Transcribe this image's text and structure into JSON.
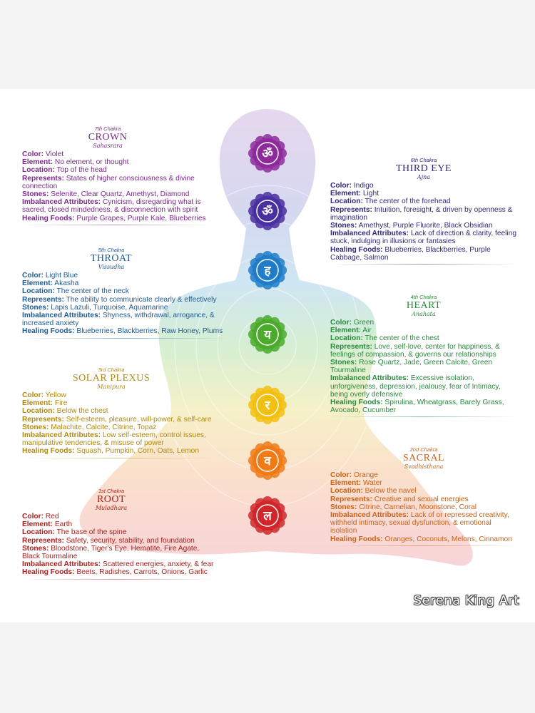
{
  "chakras": [
    {
      "key": "crown",
      "number": "7th Chakra",
      "name": "CROWN",
      "sanskrit": "Sahasrara",
      "symbol": "ॐ",
      "color": "#7b2a8a",
      "fields": [
        {
          "label": "Color:",
          "value": "Violet"
        },
        {
          "label": "Element:",
          "value": "No element, or thought"
        },
        {
          "label": "Location:",
          "value": "Top of the head"
        },
        {
          "label": "Represents:",
          "value": "States of higher consciousness & divine connection"
        },
        {
          "label": "Stones:",
          "value": "Selenite, Clear Quartz, Amethyst, Diamond"
        },
        {
          "label": "Imbalanced Attributes:",
          "value": "Cynicism, disregarding what is sacred, closed mindedness, & disconnection with spirit"
        },
        {
          "label": "Healing Foods:",
          "value": "Purple Grapes, Purple Kale, Blueberries"
        }
      ]
    },
    {
      "key": "third-eye",
      "number": "6th Chakra",
      "name": "THIRD EYE",
      "sanskrit": "Ajna",
      "symbol": "ॐ",
      "color": "#2e2a7a",
      "fields": [
        {
          "label": "Color:",
          "value": "Indigo"
        },
        {
          "label": "Element:",
          "value": "Light"
        },
        {
          "label": "Location:",
          "value": "The center of the forehead"
        },
        {
          "label": "Represents:",
          "value": "Intuition, foresight, & driven by openness & imagination"
        },
        {
          "label": "Stones:",
          "value": "Amethyst, Purple Fluorite, Black Obsidian"
        },
        {
          "label": "Imbalanced Attributes:",
          "value": "Lack of direction & clarity, feeling stuck, indulging in illusions or fantasies"
        },
        {
          "label": "Healing Foods:",
          "value": "Blueberries, Blackberries, Purple Cabbage, Salmon"
        }
      ]
    },
    {
      "key": "throat",
      "number": "5th Chakra",
      "name": "THROAT",
      "sanskrit": "Vissudha",
      "symbol": "ह",
      "color": "#1f5a94",
      "fields": [
        {
          "label": "Color:",
          "value": "Light Blue"
        },
        {
          "label": "Element:",
          "value": "Akasha"
        },
        {
          "label": "Location:",
          "value": "The center of the neck"
        },
        {
          "label": "Represents:",
          "value": "The ability to communicate clearly & effectively"
        },
        {
          "label": "Stones:",
          "value": "Lapis Lazuli, Turquoise, Aquamarine"
        },
        {
          "label": "Imbalanced Attributes:",
          "value": "Shyness, withdrawal, arrogance, & increased anxiety"
        },
        {
          "label": "Healing Foods:",
          "value": "Blueberries, Blackberries, Raw Honey, Plums"
        }
      ]
    },
    {
      "key": "heart",
      "number": "4th Chakra",
      "name": "HEART",
      "sanskrit": "Anahata",
      "symbol": "य",
      "color": "#2a8a3e",
      "fields": [
        {
          "label": "Color:",
          "value": "Green"
        },
        {
          "label": "Element:",
          "value": "Air"
        },
        {
          "label": "Location:",
          "value": "The center of the chest"
        },
        {
          "label": "Represents:",
          "value": "Love, self-love, center for happiness, & feelings of compassion, & governs our relationships"
        },
        {
          "label": "Stones:",
          "value": "Rose Quartz, Jade, Green Calcite, Green Tourmaline"
        },
        {
          "label": "Imbalanced Attributes:",
          "value": "Excessive isolation, unforgiveness, depression, jealousy, fear of Intimacy, being overly defensive"
        },
        {
          "label": "Healing Foods:",
          "value": "Spirulina, Wheatgrass, Barely Grass, Avocado, Cucumber"
        }
      ]
    },
    {
      "key": "solar-plexus",
      "number": "3rd Chakra",
      "name": "SOLAR PLEXUS",
      "sanskrit": "Manipura",
      "symbol": "र",
      "color": "#b08a10",
      "fields": [
        {
          "label": "Color:",
          "value": "Yellow"
        },
        {
          "label": "Element:",
          "value": "Fire"
        },
        {
          "label": "Location:",
          "value": "Below the chest"
        },
        {
          "label": "Represents:",
          "value": "Self-esteem, pleasure, will-power, & self-care"
        },
        {
          "label": "Stones:",
          "value": "Malachite, Calcite, Citrine, Topaz"
        },
        {
          "label": "Imbalanced Attributes:",
          "value": "Low self-esteem, control issues, manipulative tendencies, & misuse of power"
        },
        {
          "label": "Healing Foods:",
          "value": "Squash, Pumpkin, Corn, Oats, Lemon"
        }
      ]
    },
    {
      "key": "sacral",
      "number": "2nd Chakra",
      "name": "SACRAL",
      "sanskrit": "Svadhisthana",
      "symbol": "व",
      "color": "#c8621a",
      "fields": [
        {
          "label": "Color:",
          "value": "Orange"
        },
        {
          "label": "Element:",
          "value": "Water"
        },
        {
          "label": "Location:",
          "value": "Below the navel"
        },
        {
          "label": "Represents:",
          "value": "Creative and sexual energies"
        },
        {
          "label": "Stones:",
          "value": "Citrine, Carnelian, Moonstone, Coral"
        },
        {
          "label": "Imbalanced Attributes:",
          "value": "Lack of or repressed creativity, withheld intimacy, sexual dysfunction, & emotional isolation"
        },
        {
          "label": "Healing Foods:",
          "value": "Oranges, Coconuts, Melons, Cinnamon"
        }
      ]
    },
    {
      "key": "root",
      "number": "1st Chakra",
      "name": "ROOT",
      "sanskrit": "Muladhara",
      "symbol": "ल",
      "color": "#a8201e",
      "fields": [
        {
          "label": "Color:",
          "value": "Red"
        },
        {
          "label": "Element:",
          "value": "Earth"
        },
        {
          "label": "Location:",
          "value": "The base of the spine"
        },
        {
          "label": "Represents:",
          "value": "Safety, security, stability, and foundation"
        },
        {
          "label": "Stones:",
          "value": "Bloodstone, Tiger's Eye, Hematite, Fire Agate, Black Tourmaline"
        },
        {
          "label": "Imbalanced Attributes:",
          "value": "Scattered energies, anxiety, & fear"
        },
        {
          "label": "Healing Foods:",
          "value": "Beets, Radishes, Carrots, Onions, Garlic"
        }
      ]
    }
  ],
  "icon_colors": [
    "#8e2a9c",
    "#4a2fa0",
    "#1e7cc8",
    "#4aaa2a",
    "#f2c012",
    "#f07a16",
    "#d0262a"
  ],
  "signature": "Serena King Art"
}
